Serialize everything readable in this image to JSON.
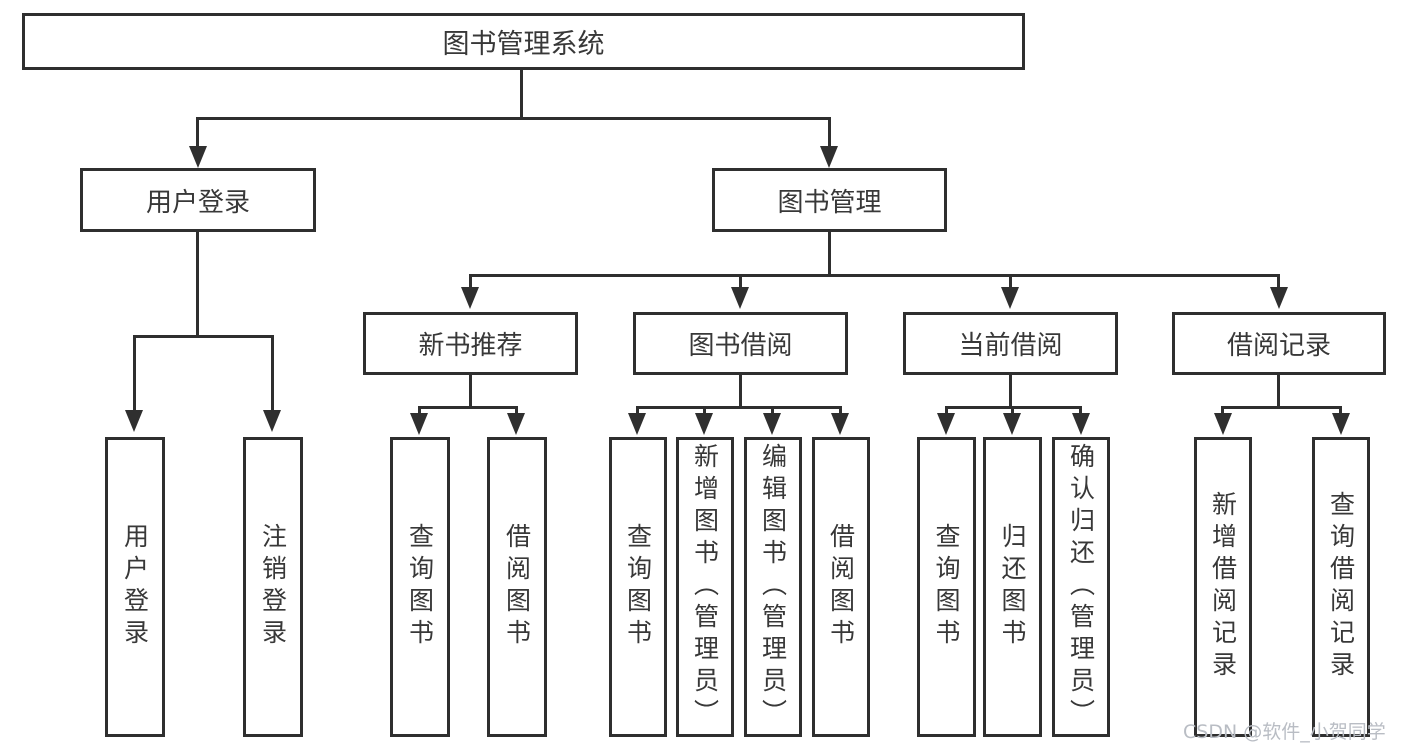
{
  "diagram": {
    "type": "hierarchy-tree",
    "title": "图书管理系统"
  },
  "colors": {
    "line": "#2f2f2f",
    "box_border": "#2f2f2f",
    "text": "#383838",
    "background": "#ffffff",
    "watermark": "#b9bdc4"
  },
  "tree": {
    "label": "图书管理系统",
    "children": [
      {
        "label": "用户登录",
        "children": [
          {
            "label": "用户登录"
          },
          {
            "label": "注销登录"
          }
        ]
      },
      {
        "label": "图书管理",
        "children": [
          {
            "label": "新书推荐",
            "children": [
              {
                "label": "查询图书"
              },
              {
                "label": "借阅图书"
              }
            ]
          },
          {
            "label": "图书借阅",
            "children": [
              {
                "label": "查询图书"
              },
              {
                "label": "新增图书（管理员）"
              },
              {
                "label": "编辑图书（管理员）"
              },
              {
                "label": "借阅图书"
              }
            ]
          },
          {
            "label": "当前借阅",
            "children": [
              {
                "label": "查询图书"
              },
              {
                "label": "归还图书"
              },
              {
                "label": "确认归还（管理员）"
              }
            ]
          },
          {
            "label": "借阅记录",
            "children": [
              {
                "label": "新增借阅记录"
              },
              {
                "label": "查询借阅记录"
              }
            ]
          }
        ]
      }
    ]
  },
  "watermark": {
    "text": "CSDN @软件_小贺同学"
  }
}
